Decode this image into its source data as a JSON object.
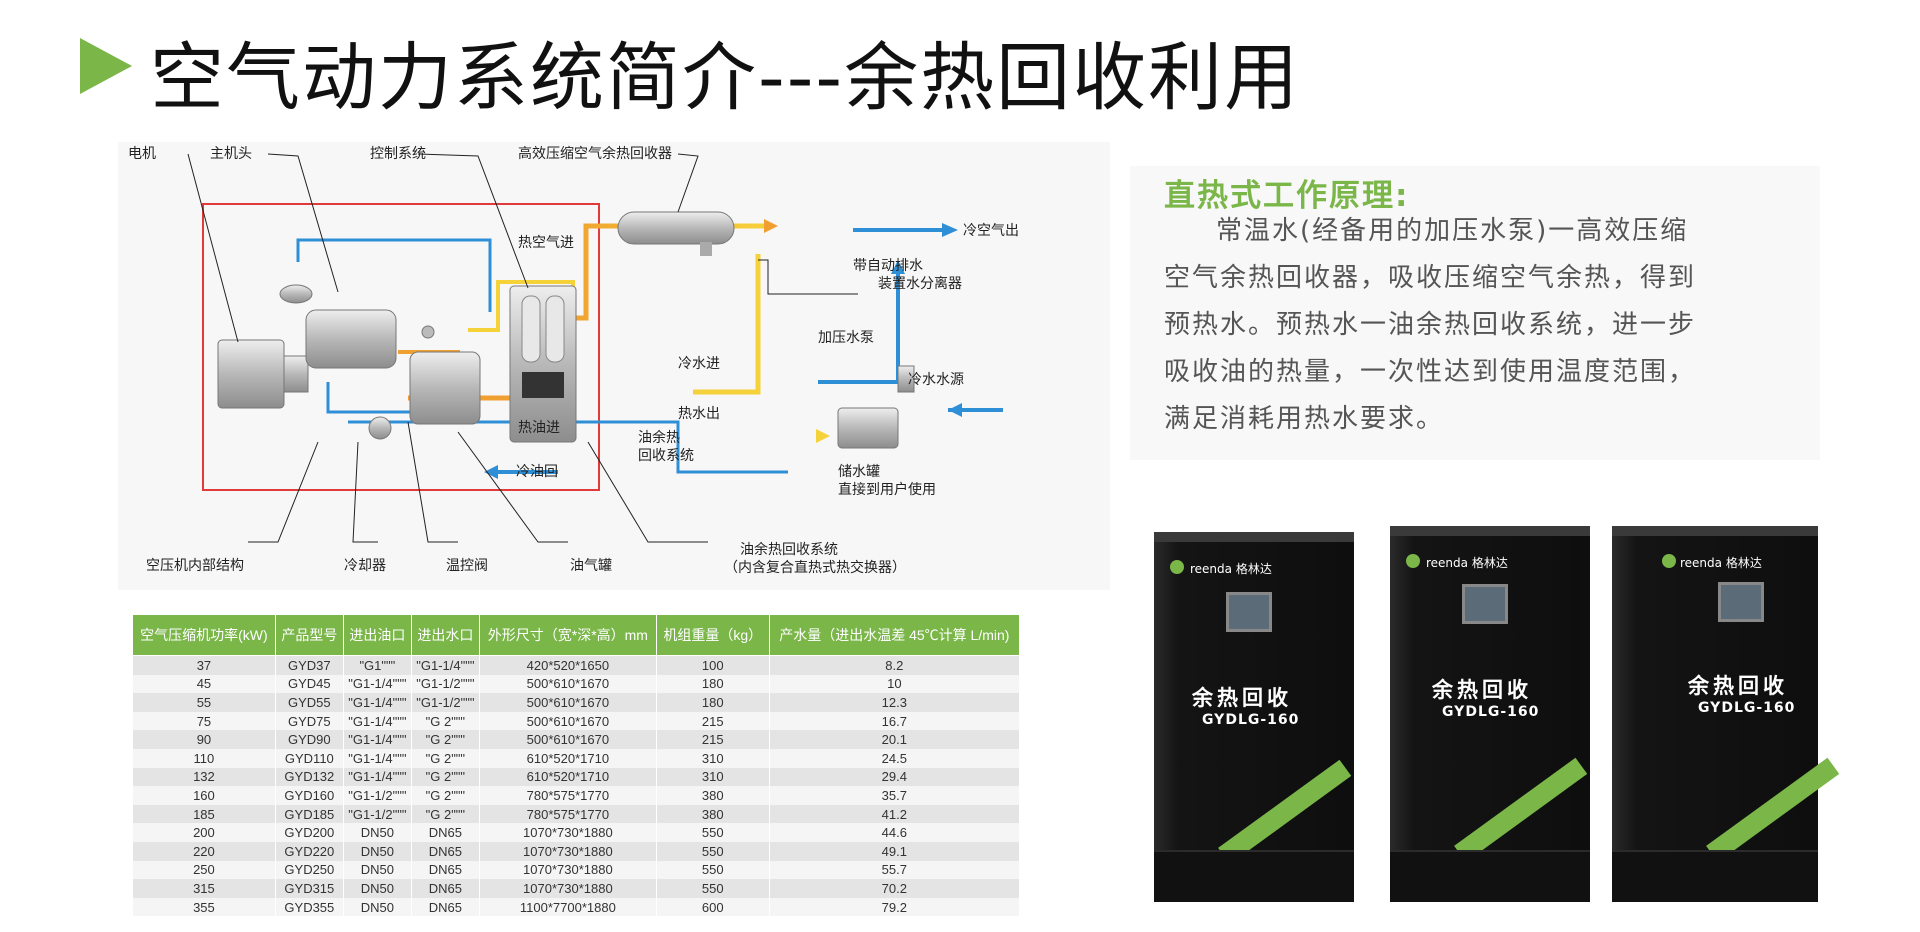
{
  "title": "空气动力系统简介---余热回收利用",
  "diagram": {
    "labels": {
      "motor": "电机",
      "main_head": "主机头",
      "control_system": "控制系统",
      "recovery_device": "高效压缩空气余热回收器",
      "hot_air_in": "热空气进",
      "cold_air_out": "冷空气出",
      "auto_drain_1": "带自动排水",
      "auto_drain_2": "装置水分离器",
      "booster_pump": "加压水泵",
      "cold_water_source": "冷水水源",
      "cold_water_in": "冷水进",
      "hot_water_out": "热水出",
      "hot_oil_in": "热油进",
      "cold_oil_return": "冷油回",
      "oil_system_1": "油余热",
      "oil_system_2": "回收系统",
      "tank_1": "储水罐",
      "tank_2": "直接到用户使用",
      "internal_structure": "空压机内部结构",
      "cooler": "冷却器",
      "thermo_valve": "温控阀",
      "oil_gas_tank": "油气罐",
      "oil_recovery_1": "油余热回收系统",
      "oil_recovery_2": "（内含复合直热式热交换器）"
    }
  },
  "principle": {
    "heading": "直热式工作原理:",
    "body": "常温水(经备用的加压水泵)一高效压缩空气余热回收器，吸收压缩空气余热，得到预热水。预热水一油余热回收系统，进一步吸收油的热量，一次性达到使用温度范围，满足消耗用热水要求。"
  },
  "table": {
    "headers": [
      "空气压缩机功率(kW)",
      "产品型号",
      "进出油口",
      "进出水口",
      "外形尺寸（宽*深*高）mm",
      "机组重量（kg）",
      "产水量（进出水温差 45℃计算 L/min)"
    ],
    "rows": [
      [
        "37",
        "GYD37",
        "\"G1\"\"\"",
        "\"G1-1/4\"\"\"",
        "420*520*1650",
        "100",
        "8.2"
      ],
      [
        "45",
        "GYD45",
        "\"G1-1/4\"\"\"",
        "\"G1-1/2\"\"\"",
        "500*610*1670",
        "180",
        "10"
      ],
      [
        "55",
        "GYD55",
        "\"G1-1/4\"\"\"",
        "\"G1-1/2\"\"\"",
        "500*610*1670",
        "180",
        "12.3"
      ],
      [
        "75",
        "GYD75",
        "\"G1-1/4\"\"\"",
        "\"G 2\"\"\"",
        "500*610*1670",
        "215",
        "16.7"
      ],
      [
        "90",
        "GYD90",
        "\"G1-1/4\"\"\"",
        "\"G 2\"\"\"",
        "500*610*1670",
        "215",
        "20.1"
      ],
      [
        "110",
        "GYD110",
        "\"G1-1/4\"\"\"",
        "\"G 2\"\"\"",
        "610*520*1710",
        "310",
        "24.5"
      ],
      [
        "132",
        "GYD132",
        "\"G1-1/4\"\"\"",
        "\"G 2\"\"\"",
        "610*520*1710",
        "310",
        "29.4"
      ],
      [
        "160",
        "GYD160",
        "\"G1-1/2\"\"\"",
        "\"G 2\"\"\"",
        "780*575*1770",
        "380",
        "35.7"
      ],
      [
        "185",
        "GYD185",
        "\"G1-1/2\"\"\"",
        "\"G 2\"\"\"",
        "780*575*1770",
        "380",
        "41.2"
      ],
      [
        "200",
        "GYD200",
        "DN50",
        "DN65",
        "1070*730*1880",
        "550",
        "44.6"
      ],
      [
        "220",
        "GYD220",
        "DN50",
        "DN65",
        "1070*730*1880",
        "550",
        "49.1"
      ],
      [
        "250",
        "GYD250",
        "DN50",
        "DN65",
        "1070*730*1880",
        "550",
        "55.7"
      ],
      [
        "315",
        "GYD315",
        "DN50",
        "DN65",
        "1070*730*1880",
        "550",
        "70.2"
      ],
      [
        "355",
        "GYD355",
        "DN50",
        "DN65",
        "1100*7700*1880",
        "600",
        "79.2"
      ]
    ]
  },
  "products": {
    "brand": "reenda 格林达",
    "name": "余热回收",
    "model": "GYDLG-160"
  },
  "colors": {
    "accent": "#7ab648",
    "hot": "#f5a623",
    "cold": "#2f8fd6",
    "frame": "#e03a3a"
  }
}
